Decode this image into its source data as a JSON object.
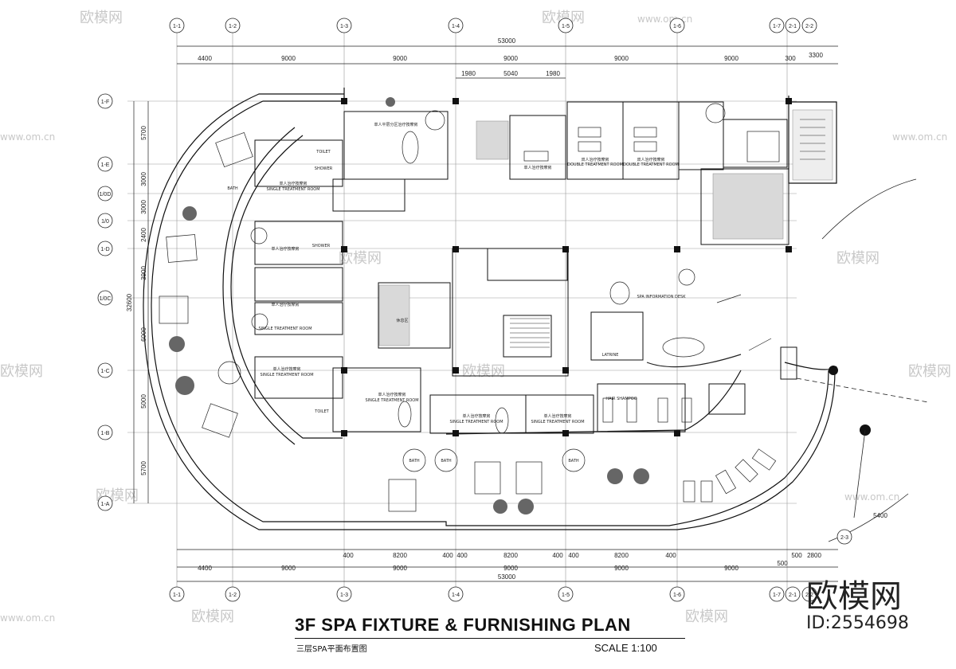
{
  "drawing": {
    "title": "3F SPA FIXTURE & FURNISHING  PLAN",
    "subtitle": "三层SPA平面布置图",
    "scale": "SCALE   1:100",
    "brand": "欧模网",
    "id": "ID:2554698"
  },
  "watermarks": {
    "logo": "欧模网",
    "site": "www.om.cn"
  },
  "axes": {
    "top": [
      "1-1",
      "1-2",
      "1-3",
      "1-4",
      "1-5",
      "1-6",
      "1-7",
      "2-1",
      "2-2"
    ],
    "bottom": [
      "1-1",
      "1-2",
      "1-3",
      "1-4",
      "1-5",
      "1-6",
      "1-7",
      "2-1",
      "2-2"
    ],
    "left": [
      "1-F",
      "1-E",
      "1/0D",
      "1/0",
      "1-D",
      "1/0C",
      "1-C",
      "1-B",
      "1-A"
    ],
    "diagonal": "2-3"
  },
  "dimensions": {
    "top_total": "53000",
    "top_spans": [
      "4400",
      "9000",
      "9000",
      "9000",
      "9000",
      "9000",
      "300",
      "3300"
    ],
    "top_sub": [
      "1980",
      "5040",
      "1980"
    ],
    "bottom_total": "53000",
    "bottom_spans": [
      "4400",
      "9000",
      "9000",
      "9000",
      "9000",
      "9000",
      "500",
      "2800"
    ],
    "bottom_sub": [
      "400",
      "8200",
      "400",
      "400",
      "8200",
      "400",
      "400",
      "8200",
      "400",
      "500"
    ],
    "left_total": "32600",
    "left_spans": [
      "5700",
      "3000",
      "3000",
      "2400",
      "3900",
      "6000",
      "5000",
      "5700"
    ],
    "right_extra": "5400"
  },
  "rooms": {
    "single_1": "单人治疗按摩房",
    "single_en": "SINGLE TREATMENT ROOM",
    "double_1": "双人治疗按摩房",
    "double_en": "DOUBLE TREATMENT ROOM",
    "vip": "单人平层分区治疗按摩房",
    "toilet": "TOILET",
    "shower": "SHOWER",
    "bath": "BATH",
    "lobby": "SPA INFORMATION DESK",
    "hair": "HAIR SHAMPOO",
    "latrine": "LATRINE",
    "relax": "休息区"
  }
}
